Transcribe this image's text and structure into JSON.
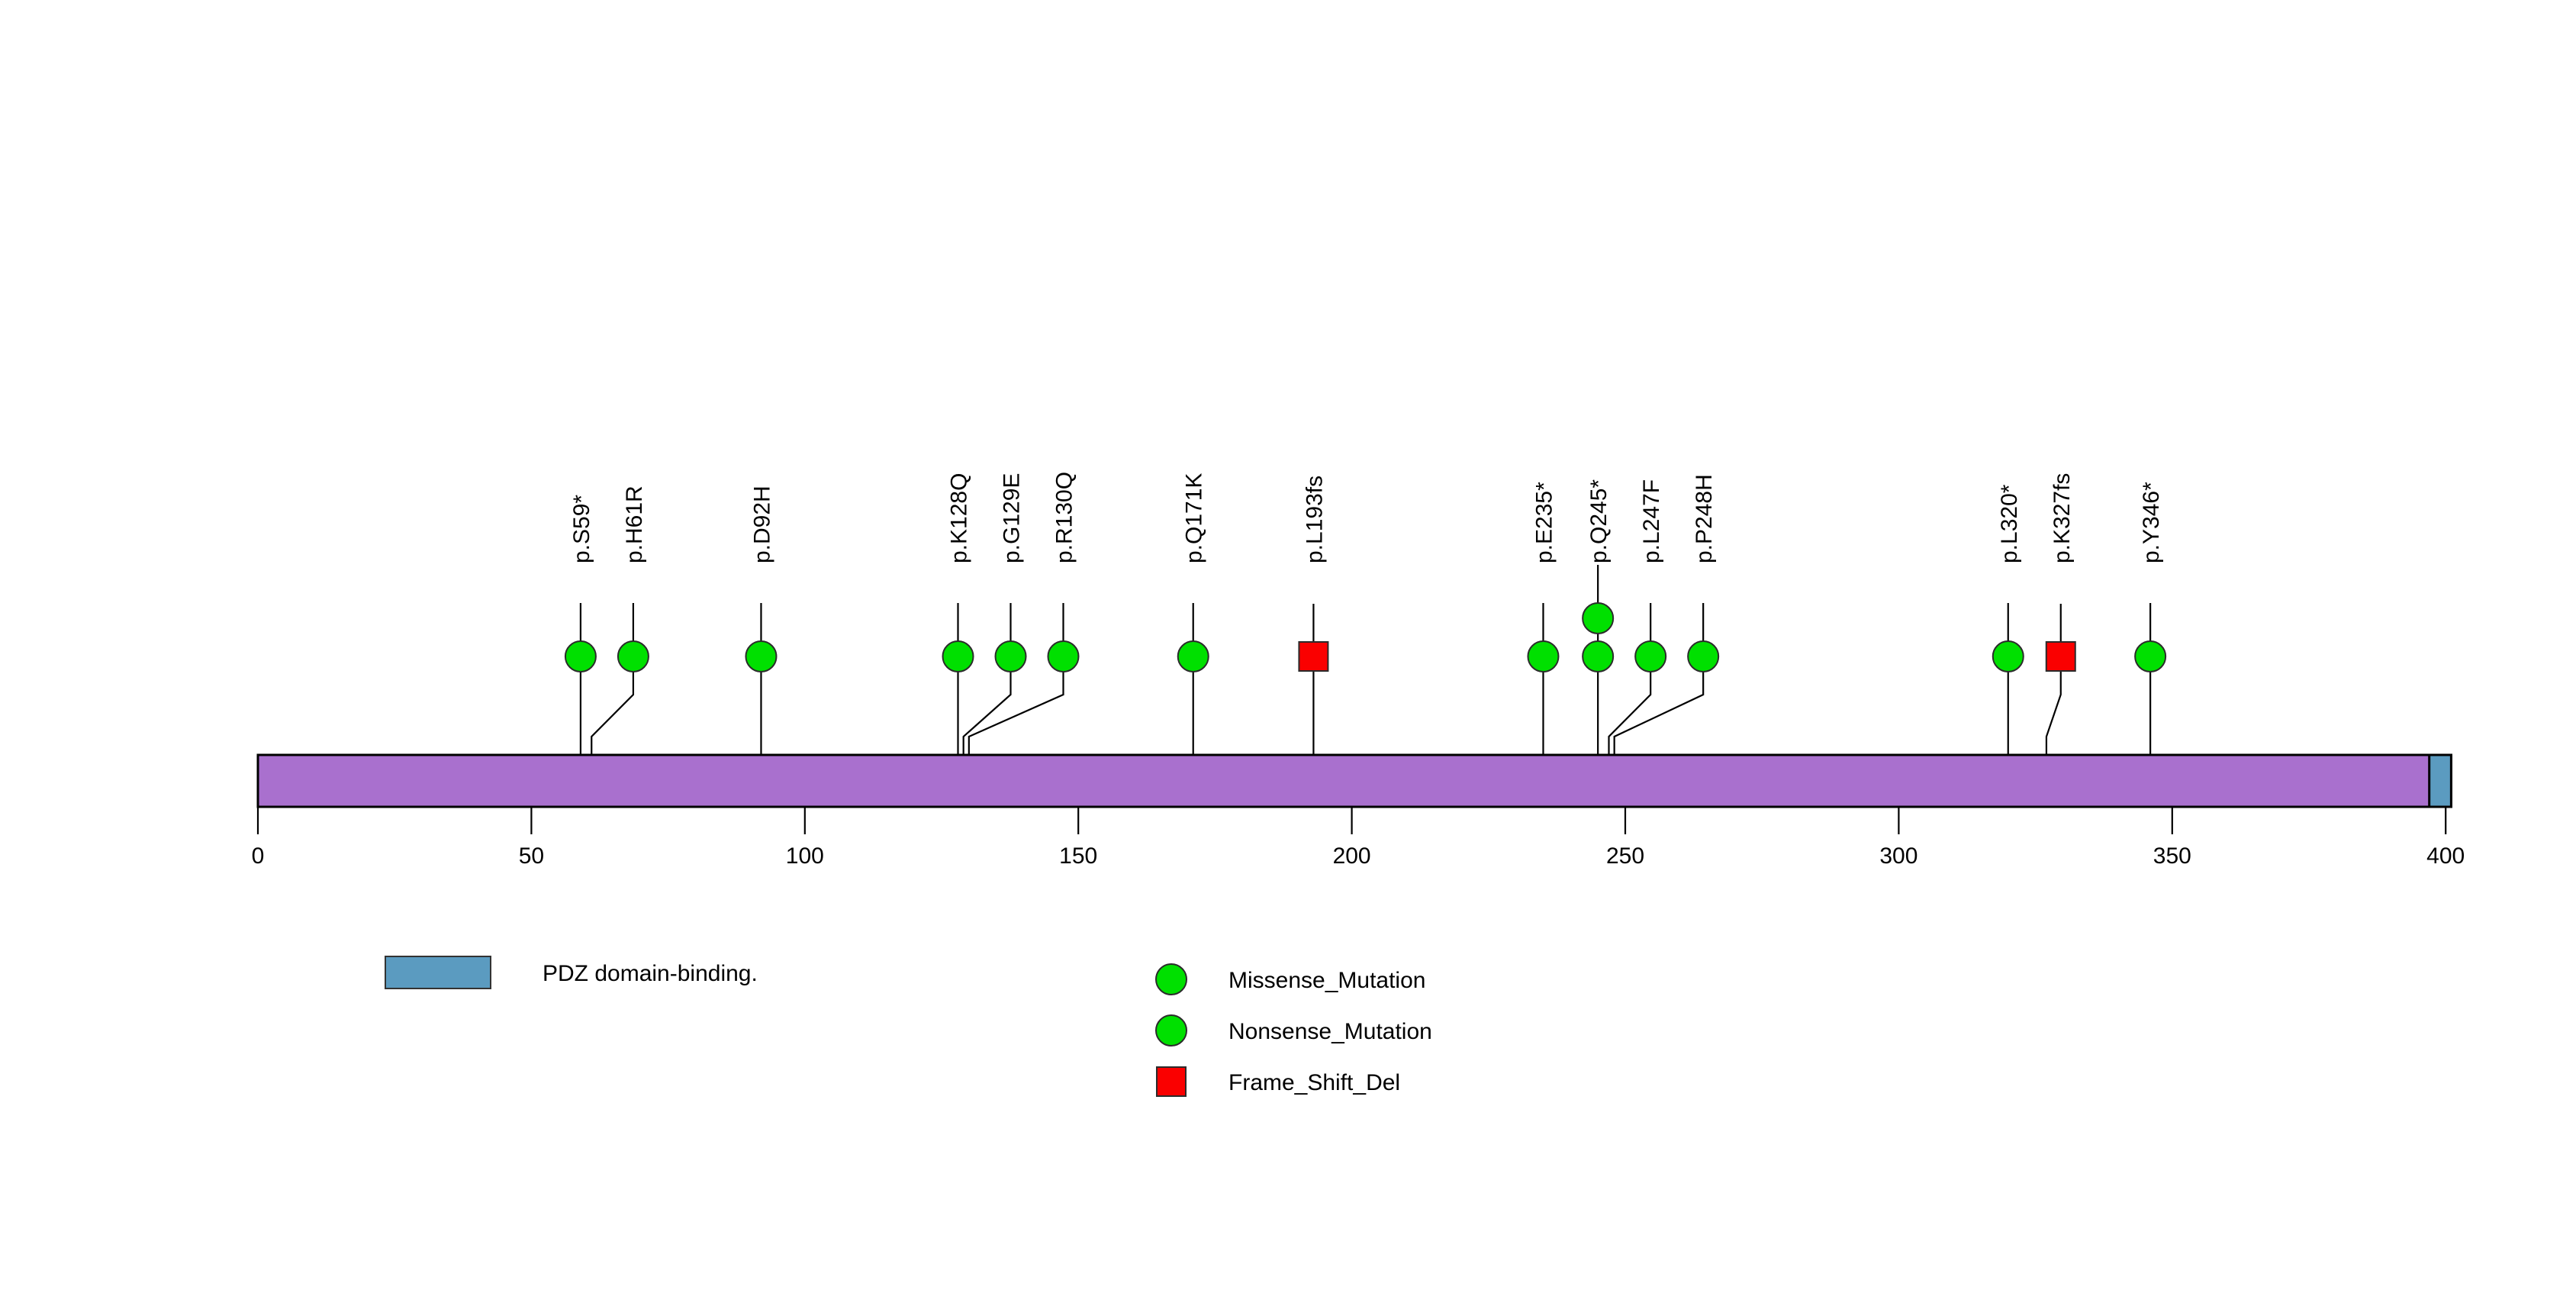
{
  "chart_data": {
    "type": "lollipop",
    "title": "",
    "xlabel": "",
    "ylabel": "",
    "xlim": [
      0,
      401
    ],
    "axis_ticks": [
      0,
      50,
      100,
      150,
      200,
      250,
      300,
      350,
      400
    ],
    "protein_length": 401,
    "backbone": {
      "color": "#a970ce",
      "start": 0,
      "end": 401
    },
    "domains": [
      {
        "name": "PDZ domain-binding.",
        "color": "#5b9bc0",
        "start": 397,
        "end": 401
      }
    ],
    "mutations": [
      {
        "label": "p.S59*",
        "position": 59,
        "count": 1,
        "type": "Nonsense_Mutation",
        "shape": "circle",
        "color": "#00e000"
      },
      {
        "label": "p.H61R",
        "position": 61,
        "count": 1,
        "type": "Missense_Mutation",
        "shape": "circle",
        "color": "#00e000"
      },
      {
        "label": "p.D92H",
        "position": 92,
        "count": 1,
        "type": "Missense_Mutation",
        "shape": "circle",
        "color": "#00e000"
      },
      {
        "label": "p.K128Q",
        "position": 128,
        "count": 1,
        "type": "Missense_Mutation",
        "shape": "circle",
        "color": "#00e000"
      },
      {
        "label": "p.G129E",
        "position": 129,
        "count": 1,
        "type": "Missense_Mutation",
        "shape": "circle",
        "color": "#00e000"
      },
      {
        "label": "p.R130Q",
        "position": 130,
        "count": 1,
        "type": "Missense_Mutation",
        "shape": "circle",
        "color": "#00e000"
      },
      {
        "label": "p.Q171K",
        "position": 171,
        "count": 1,
        "type": "Missense_Mutation",
        "shape": "circle",
        "color": "#00e000"
      },
      {
        "label": "p.L193fs",
        "position": 193,
        "count": 1,
        "type": "Frame_Shift_Del",
        "shape": "square",
        "color": "#fa0000"
      },
      {
        "label": "p.E235*",
        "position": 235,
        "count": 1,
        "type": "Nonsense_Mutation",
        "shape": "circle",
        "color": "#00e000"
      },
      {
        "label": "p.Q245*",
        "position": 245,
        "count": 2,
        "type": "Nonsense_Mutation",
        "shape": "circle",
        "color": "#00e000"
      },
      {
        "label": "p.L247F",
        "position": 247,
        "count": 1,
        "type": "Missense_Mutation",
        "shape": "circle",
        "color": "#00e000"
      },
      {
        "label": "p.P248H",
        "position": 248,
        "count": 1,
        "type": "Missense_Mutation",
        "shape": "circle",
        "color": "#00e000"
      },
      {
        "label": "p.L320*",
        "position": 320,
        "count": 1,
        "type": "Nonsense_Mutation",
        "shape": "circle",
        "color": "#00e000"
      },
      {
        "label": "p.K327fs",
        "position": 327,
        "count": 1,
        "type": "Frame_Shift_Del",
        "shape": "square",
        "color": "#fa0000"
      },
      {
        "label": "p.Y346*",
        "position": 346,
        "count": 1,
        "type": "Missense_Mutation",
        "shape": "circle",
        "color": "#00e000"
      }
    ],
    "legend_domains": [
      {
        "label": "PDZ domain-binding.",
        "color": "#5b9bc0",
        "shape": "rect"
      }
    ],
    "legend_mutations": [
      {
        "label": "Missense_Mutation",
        "color": "#00e000",
        "shape": "circle"
      },
      {
        "label": "Nonsense_Mutation",
        "color": "#00e000",
        "shape": "circle"
      },
      {
        "label": "Frame_Shift_Del",
        "color": "#fa0000",
        "shape": "square"
      }
    ]
  }
}
